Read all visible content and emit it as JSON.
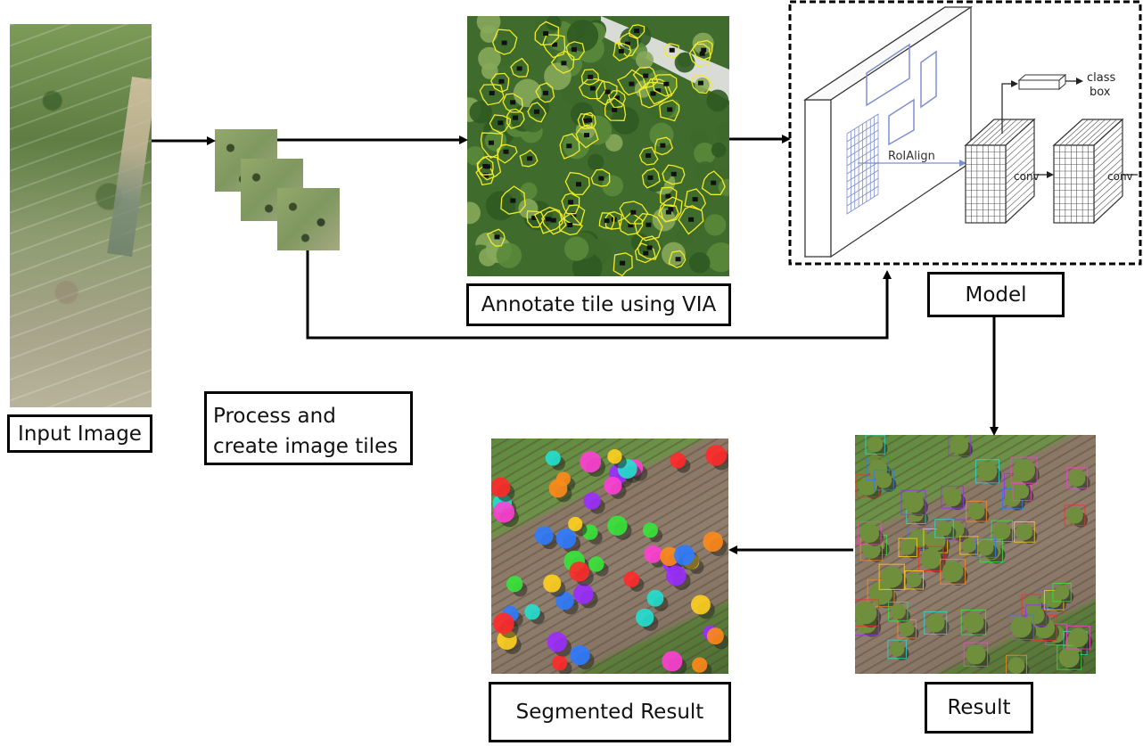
{
  "labels": {
    "input_image": "Input Image",
    "process_tiles": "Process and\ncreate image tiles",
    "annotate": "Annotate tile using VIA",
    "model": "Model",
    "result": "Result",
    "segmented_result": "Segmented Result"
  },
  "model_diagram": {
    "roi_align": "RoIAlign",
    "class_label": "class",
    "box_label": "box",
    "conv1": "conv",
    "conv2": "conv"
  },
  "colors": {
    "annotation_outline": "#f2ea2a",
    "roi_line": "#7e8fd0",
    "segment_palette": [
      "#ff2a2a",
      "#9b2cff",
      "#2f7bff",
      "#ff3fd5",
      "#22e0d0",
      "#36e63a",
      "#ffd21f",
      "#ff8a1a"
    ]
  }
}
